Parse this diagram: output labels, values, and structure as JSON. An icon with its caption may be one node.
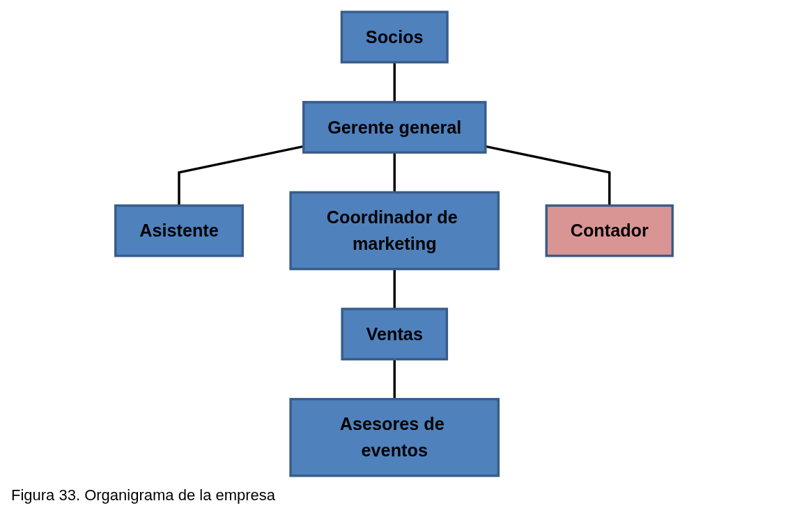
{
  "diagram": {
    "caption": "Figura 33. Organigrama de la empresa",
    "nodes": [
      {
        "text": [
          "Socios"
        ]
      },
      {
        "text": [
          "Gerente general"
        ]
      },
      {
        "text": [
          "Asistente"
        ]
      },
      {
        "text": [
          "Coordinador de marketing"
        ]
      },
      {
        "text": [
          "Contador"
        ]
      },
      {
        "text": [
          "Ventas"
        ]
      },
      {
        "text": [
          "Asesores de eventos"
        ]
      }
    ],
    "edges": [
      {
        "from": 0,
        "to": 1,
        "arrow": "none"
      },
      {
        "from": 1,
        "to": 2,
        "arrow": "none"
      },
      {
        "from": 1,
        "to": 3,
        "arrow": "none"
      },
      {
        "from": 1,
        "to": 4,
        "arrow": "none"
      },
      {
        "from": 3,
        "to": 5,
        "arrow": "none"
      },
      {
        "from": 5,
        "to": 6,
        "arrow": "none"
      }
    ]
  }
}
